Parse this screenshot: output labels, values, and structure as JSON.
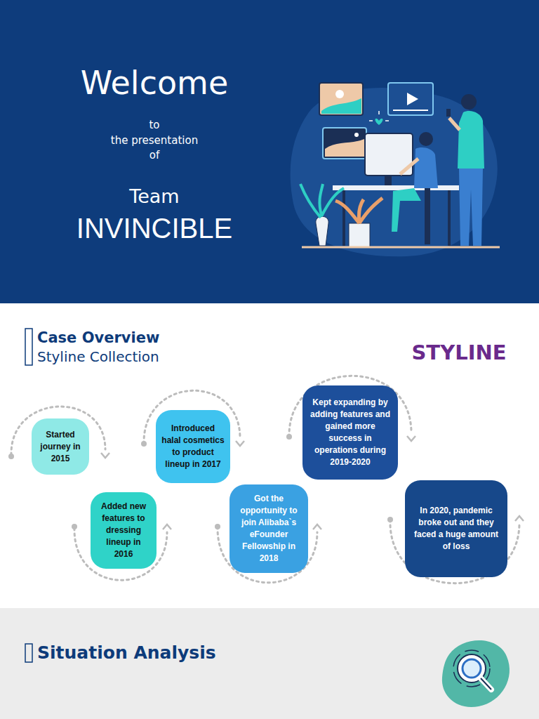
{
  "diagram": {
    "title": "Welcome",
    "nodes": [
      {
        "text": [
          "Started journey in 2015"
        ]
      },
      {
        "text": [
          "Added new features to dressing lineup in 2016"
        ]
      },
      {
        "text": [
          "Introduced halal cosmetics to product lineup in 2017"
        ]
      },
      {
        "text": [
          "Got the opportunity to join Alibaba`s eFounder Fellowship in 2018"
        ]
      },
      {
        "text": [
          "Kept expanding by adding features and gained more success in operations during 2019-2020"
        ]
      },
      {
        "text": [
          "In 2020, pandemic broke out and they faced a huge amount of loss"
        ]
      }
    ],
    "labels": [
      "to",
      "the presentation",
      "of",
      "Team",
      "INVINCIBLE",
      "Case Overview",
      "Styline Collection",
      "STYLINE",
      "Situation Analysis"
    ]
  }
}
